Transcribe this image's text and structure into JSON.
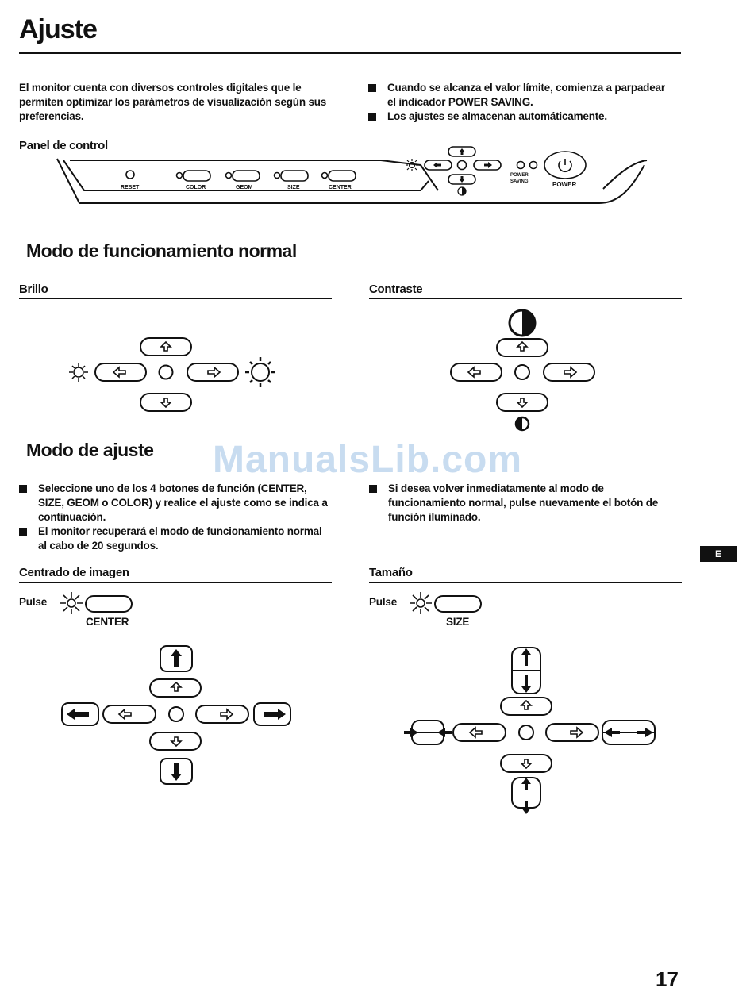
{
  "title": "Ajuste",
  "intro": {
    "left": "El monitor cuenta con diversos controles digitales que le permiten optimizar los parámetros de visualización según sus preferencias.",
    "bullets": [
      "Cuando se alcanza el valor límite, comienza a parpadear el indicador POWER SAVING.",
      "Los ajustes se almacenan automáticamente."
    ]
  },
  "control_panel": {
    "heading": "Panel de control",
    "labels": {
      "reset": "RESET",
      "color": "COLOR",
      "geom": "GEOM",
      "size": "SIZE",
      "center": "CENTER",
      "power_saving_1": "POWER",
      "power_saving_2": "SAVING",
      "power": "POWER"
    }
  },
  "normal_mode": {
    "heading": "Modo de funcionamiento normal",
    "brillo": "Brillo",
    "contraste": "Contraste"
  },
  "adjust_mode": {
    "heading": "Modo de ajuste",
    "bullets_left": [
      "Seleccione uno de los 4 botones de función (CENTER, SIZE, GEOM o COLOR) y realice el ajuste como se indica a continuación.",
      "El monitor recuperará el modo de funcionamiento normal al cabo de 20 segundos."
    ],
    "bullets_right": [
      "Si desea volver inmediatamente al modo de funcionamiento normal, pulse nuevamente el botón de función iluminado."
    ]
  },
  "centrado": {
    "heading": "Centrado de imagen",
    "pulse": "Pulse",
    "button": "CENTER"
  },
  "tamano": {
    "heading": "Tamaño",
    "pulse": "Pulse",
    "button": "SIZE"
  },
  "watermark": "ManualsLib.com",
  "language_tab": "E",
  "page_number": "17"
}
